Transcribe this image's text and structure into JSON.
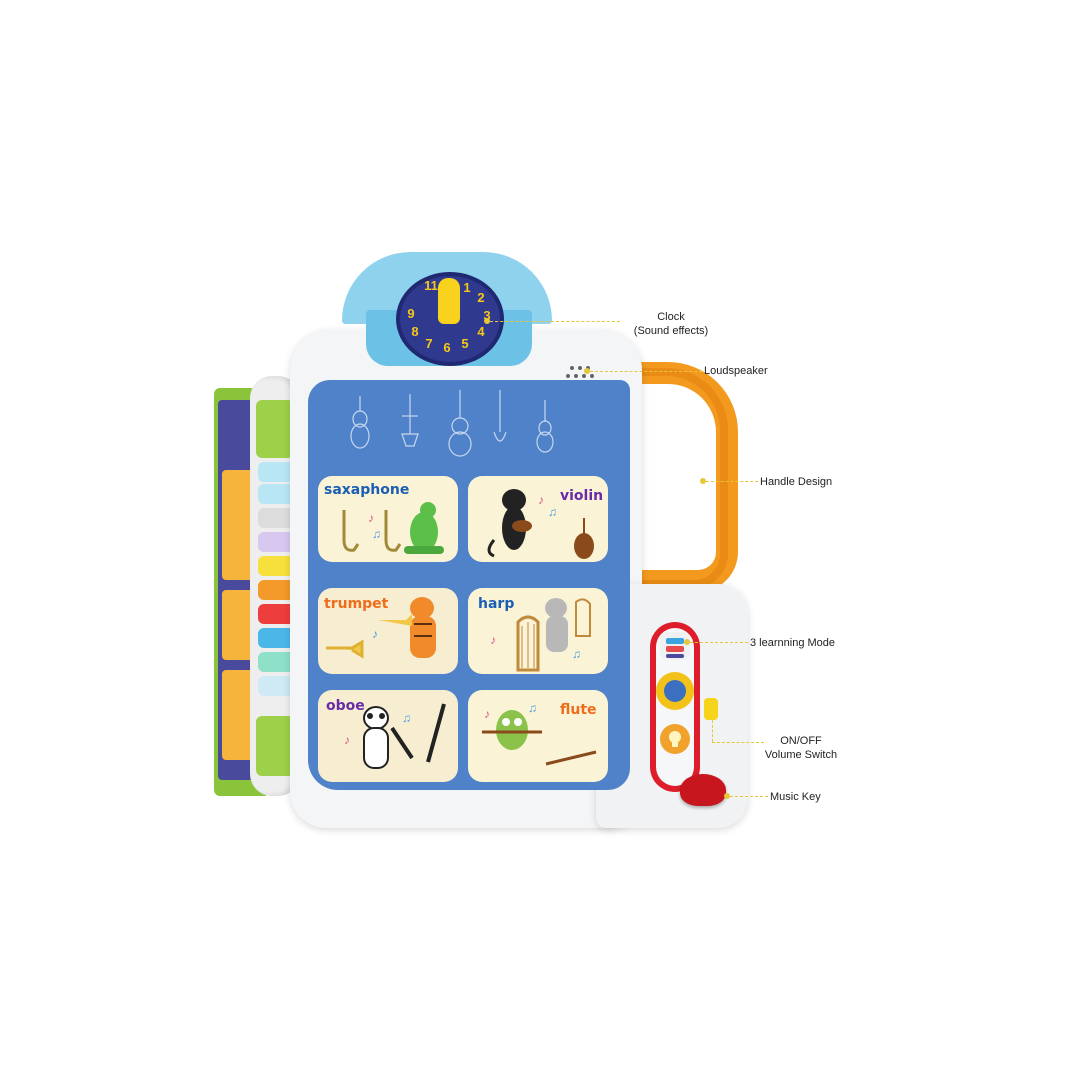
{
  "cards": [
    {
      "word": "saxaphone",
      "color": "#1a5fb4",
      "animal": "crocodile"
    },
    {
      "word": "violin",
      "color": "#6a2ba8",
      "animal": "cat"
    },
    {
      "word": "trumpet",
      "color": "#ef6c1a",
      "animal": "tiger"
    },
    {
      "word": "harp",
      "color": "#1a5fb4",
      "animal": "raccoon"
    },
    {
      "word": "oboe",
      "color": "#6a2ba8",
      "animal": "panda"
    },
    {
      "word": "flute",
      "color": "#ef6c1a",
      "animal": "owl"
    }
  ],
  "clock": {
    "numbers": [
      "11",
      "1",
      "2",
      "3",
      "4",
      "5",
      "6",
      "7",
      "8",
      "9"
    ]
  },
  "callouts": {
    "clock": "Clock",
    "clock_sub": "(Sound effects)",
    "loudspeaker": "Loudspeaker",
    "handle": "Handle Design",
    "modes": "3 learnning Mode",
    "switch_line1": "ON/OFF",
    "switch_line2": "Volume Switch",
    "music_key": "Music Key"
  },
  "colors": {
    "body": "#f4f5f7",
    "screen": "#4f82c8",
    "handle": "#f39a1e",
    "clock_roof": "#8fd2ee",
    "clock_face": "#2f3a8f",
    "control_frame": "#dd1e2a",
    "music_key": "#c8161f",
    "callout_line": "#e6c73a"
  }
}
